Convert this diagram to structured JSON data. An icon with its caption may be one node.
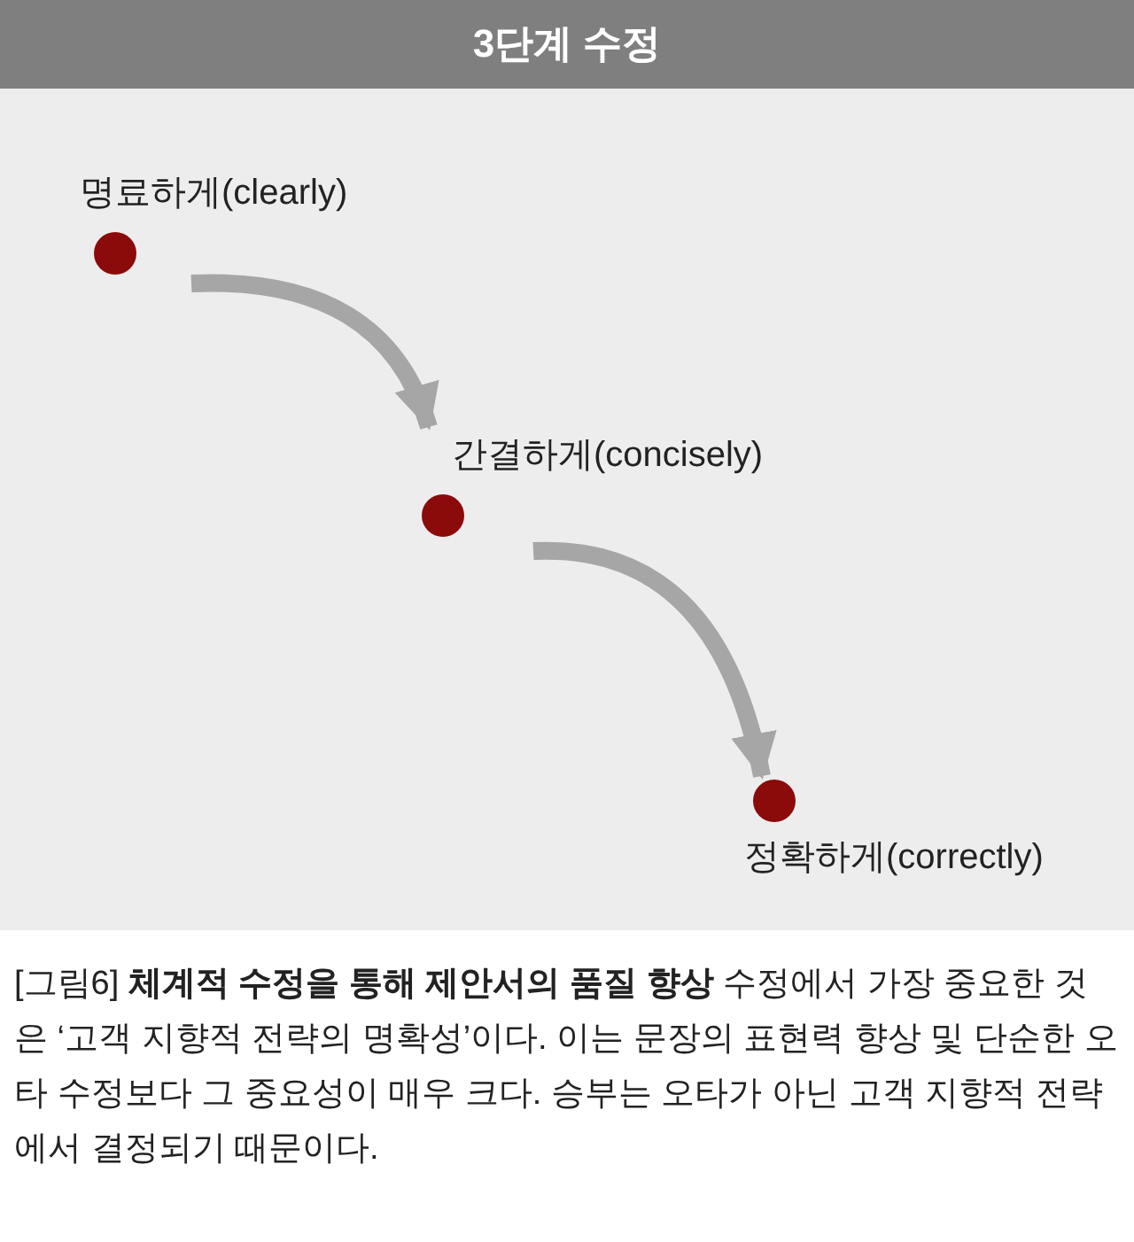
{
  "diagram": {
    "title": "3단계 수정",
    "nodes": [
      {
        "text": [
          "명료하게(clearly)"
        ]
      },
      {
        "text": [
          "간결하게(concisely)"
        ]
      },
      {
        "text": [
          "정확하게(correctly)"
        ]
      }
    ],
    "edges": [
      {
        "from": 0,
        "to": 1,
        "arrow": "to"
      },
      {
        "from": 1,
        "to": 2,
        "arrow": "to"
      }
    ],
    "caption": "[그림6] **체계적 수정을 통해 제안서의 품질 향상** 수정에서 가장 중요한 것은 ‘고객 지향적 전략의 명확성’이다. 이는 문장의 표현력 향상 및 단순한 오타 수정보다 그 중요성이 매우 크다. 승부는 오타가 아닌 고객 지향적 전략에서 결정되기 때문이다."
  }
}
